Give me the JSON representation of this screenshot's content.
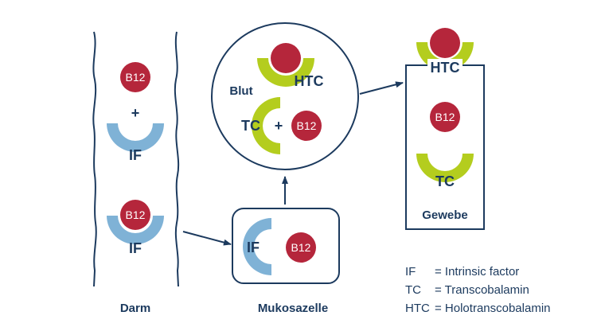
{
  "labels": {
    "b12": "B12",
    "plus": "+",
    "if": "IF",
    "tc": "TC",
    "htc": "HTC",
    "blut": "Blut",
    "gewebe": "Gewebe",
    "darm": "Darm",
    "mukosazelle": "Mukosazelle"
  },
  "legend": [
    {
      "abbr": "IF",
      "eq": "= Intrinsic factor"
    },
    {
      "abbr": "TC",
      "eq": "= Transcobalamin"
    },
    {
      "abbr": "HTC",
      "eq": "= Holotranscobalamin"
    }
  ],
  "colors": {
    "b12": "#b5263b",
    "if": "#7fb2d6",
    "tc": "#b4cd1e",
    "navy": "#1c3a5e"
  }
}
